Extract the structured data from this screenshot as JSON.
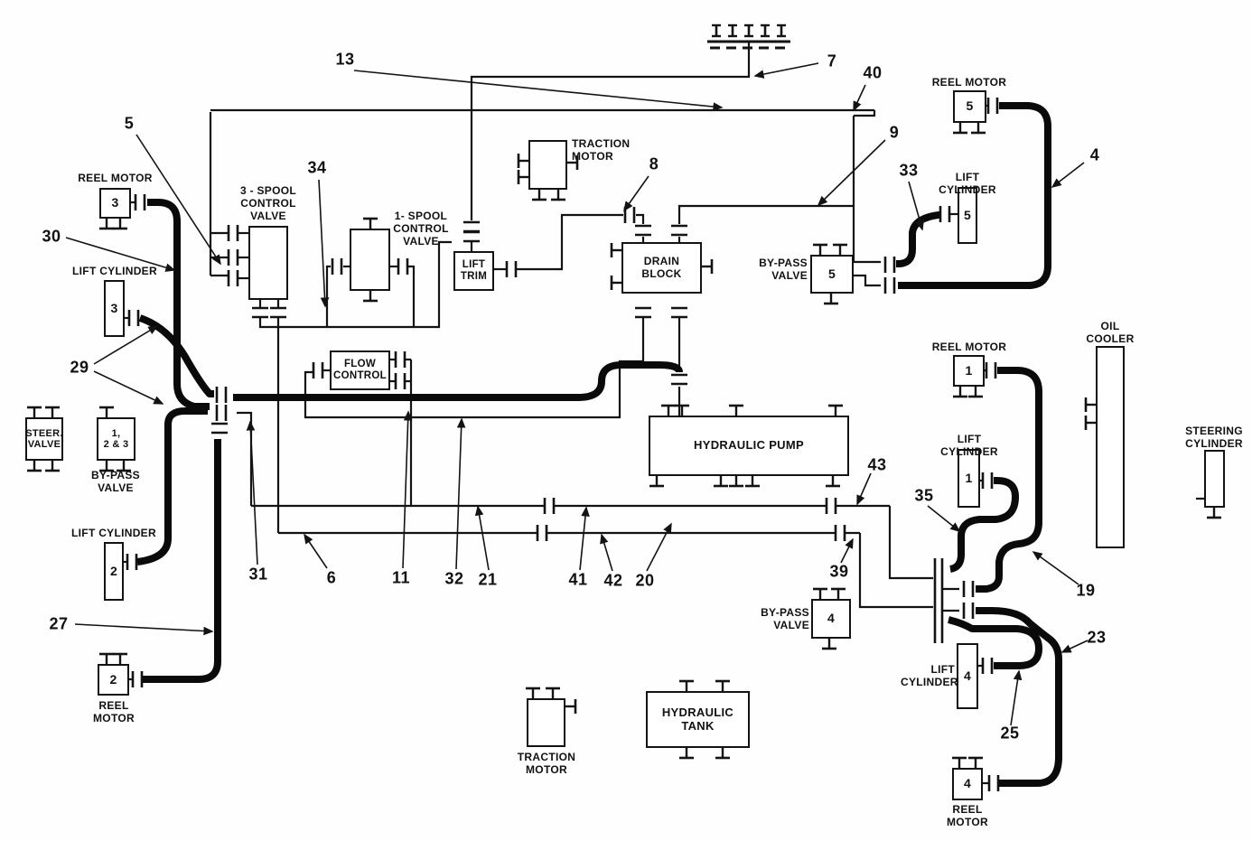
{
  "diagram": {
    "components": {
      "reel_motor_3": {
        "label": "REEL MOTOR",
        "number": "3"
      },
      "lift_cylinder_3": {
        "label": "LIFT CYLINDER",
        "number": "3"
      },
      "spool3_valve": {
        "label": "3 - SPOOL\nCONTROL\nVALVE"
      },
      "spool1_valve": {
        "label": "1- SPOOL\nCONTROL\nVALVE"
      },
      "lift_trim": {
        "label": "LIFT\nTRIM"
      },
      "traction_motor_top": {
        "label": "TRACTION\nMOTOR"
      },
      "drain_block": {
        "label": "DRAIN BLOCK"
      },
      "bypass_valve_5": {
        "label": "BY-PASS\nVALVE",
        "number": "5"
      },
      "reel_motor_5": {
        "label": "REEL MOTOR",
        "number": "5"
      },
      "lift_cylinder_5": {
        "label": "LIFT CYLINDER",
        "number": "5"
      },
      "flow_control": {
        "label": "FLOW\nCONTROL"
      },
      "hydraulic_pump": {
        "label": "HYDRAULIC PUMP"
      },
      "steer_valve": {
        "label": "STEER.\nVALVE"
      },
      "bypass_valve_123": {
        "label": "BY-PASS\nVALVE",
        "number": "1,\n2 & 3"
      },
      "lift_cylinder_2": {
        "label": "LIFT CYLINDER",
        "number": "2"
      },
      "reel_motor_2": {
        "label": "REEL MOTOR",
        "number": "2"
      },
      "reel_motor_1": {
        "label": "REEL MOTOR",
        "number": "1"
      },
      "lift_cylinder_1": {
        "label": "LIFT CYLINDER",
        "number": "1"
      },
      "oil_cooler": {
        "label": "OIL\nCOOLER"
      },
      "steering_cylinder": {
        "label": "STEERING\nCYLINDER"
      },
      "bypass_valve_4": {
        "label": "BY-PASS\nVALVE",
        "number": "4"
      },
      "lift_cylinder_4": {
        "label": "LIFT\nCYLINDER",
        "number": "4"
      },
      "reel_motor_4": {
        "label": "REEL MOTOR",
        "number": "4"
      },
      "traction_motor_bottom": {
        "label": "TRACTION\nMOTOR"
      },
      "hydraulic_tank": {
        "label": "HYDRAULIC TANK"
      }
    },
    "callouts": [
      "13",
      "7",
      "40",
      "5",
      "34",
      "8",
      "9",
      "33",
      "4",
      "30",
      "29",
      "27",
      "31",
      "6",
      "11",
      "32",
      "21",
      "41",
      "42",
      "20",
      "43",
      "35",
      "39",
      "19",
      "23",
      "25"
    ],
    "line_color": "#131313"
  }
}
